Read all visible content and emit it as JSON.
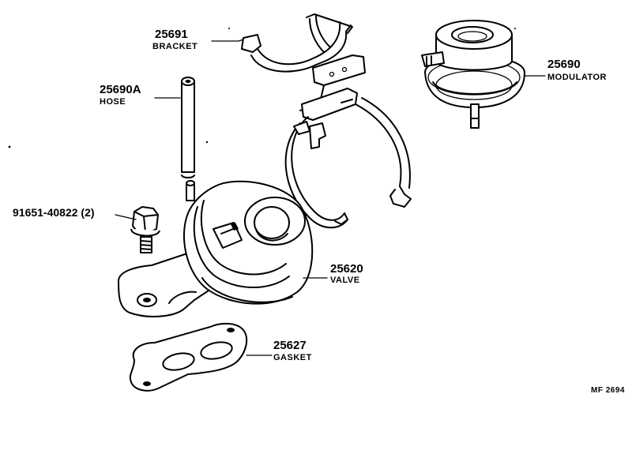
{
  "parts": [
    {
      "id": "bracket",
      "number": "25691",
      "name": "BRACKET"
    },
    {
      "id": "modulator",
      "number": "25690",
      "name": "MODULATOR"
    },
    {
      "id": "hose",
      "number": "25690A",
      "name": "HOSE"
    },
    {
      "id": "bolt",
      "number": "91651-40822 (2)",
      "name": ""
    },
    {
      "id": "valve",
      "number": "25620",
      "name": "VALVE"
    },
    {
      "id": "gasket",
      "number": "25627",
      "name": "GASKET"
    }
  ],
  "figure_code": "MF  2694",
  "icons": [
    "bracket-drawing",
    "modulator-drawing",
    "hose-drawing",
    "bolt-drawing",
    "valve-drawing",
    "gasket-drawing"
  ]
}
